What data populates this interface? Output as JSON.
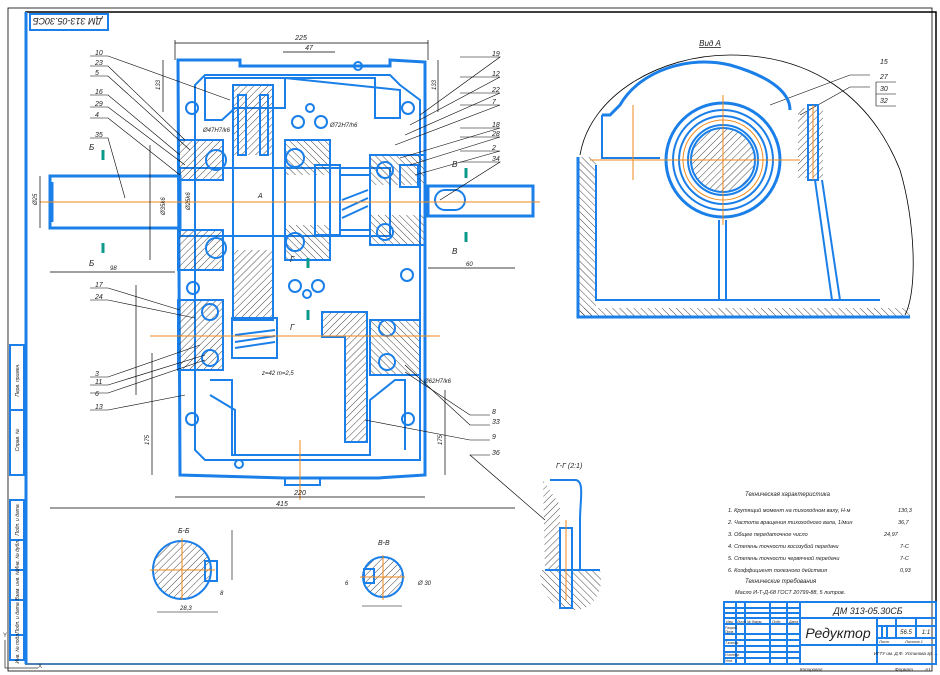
{
  "sheet": {
    "corner_code": "ДМ 313-05.30СБ",
    "format": "А1",
    "copied_label": "Копировал",
    "format_label": "Формат"
  },
  "title_block": {
    "designation": "ДМ 313-05.30СБ",
    "name": "Редуктор",
    "mass": "56.5",
    "scale": "1:1",
    "sheet_label": "Лист",
    "sheets_label": "Листов 1",
    "org": "ИГТУ им. Д.Ф. Устинова гр. ..."
  },
  "views": {
    "view_a": "Вид А",
    "section_bb": "Б-Б",
    "section_vv": "В-В",
    "section_gg": "Г-Г (2:1)"
  },
  "tech_specs": {
    "heading": "Техническая характеристика",
    "lines": [
      {
        "text": "1. Крутящий момент на тихоходном валу, Н·м",
        "value": "130,3"
      },
      {
        "text": "2. Частота вращения тихоходного вала, 1/мин",
        "value": "36,7"
      },
      {
        "text": "3. Общее передаточное число",
        "value": "24,97"
      },
      {
        "text": "4. Степень точности косозубой передачи",
        "value": "7-С"
      },
      {
        "text": "5. Степень точности червячной передачи",
        "value": "7-С"
      },
      {
        "text": "6. Коэффициент полезного действия",
        "value": "0,93"
      }
    ],
    "req_heading": "Технические требования",
    "req_line": "Масло И-Т-Д-68 ГОСТ 20799-88, 5 литров."
  },
  "callouts_left": [
    "10",
    "23",
    "5",
    "16",
    "29",
    "4",
    "35"
  ],
  "callouts_right": [
    "19",
    "12",
    "22",
    "7",
    "18",
    "28",
    "2",
    "34"
  ],
  "callouts_left_lower": [
    "17",
    "24",
    "3",
    "11",
    "6",
    "13"
  ],
  "callouts_right_lower": [
    "8",
    "33",
    "9",
    "36"
  ],
  "callouts_view_a": [
    "15",
    "27",
    "30",
    "32"
  ],
  "dimensions": {
    "top_width": "225",
    "top_inner": "47",
    "overall_width": "415",
    "base_width": "220",
    "shaft_dia_left": "Ø25",
    "left_height": "133",
    "right_height": "133",
    "lower_left": "175",
    "lower_right": "175",
    "left_length": "98",
    "right_length": "60",
    "gear_note": "z=42 m=2,5",
    "fit_1": "Ø47H7/k6",
    "fit_2": "Ø35k6",
    "fit_3": "Ø25k6",
    "fit_4": "Ø72H7/h6",
    "fit_5": "Ø62H7/k6",
    "key_b": "8",
    "key_b2": "6",
    "section_b_dim": "28,3",
    "section_v_dim": "Ø 30"
  },
  "cut_labels": {
    "b": "Б",
    "v": "В",
    "g": "Г",
    "a": "А"
  },
  "side_stamp": [
    "Перв. примен.",
    "Справ. №",
    "Подп. и дата",
    "Инв. № дубл.",
    "Взам. инв. №",
    "Подп. и дата",
    "Инв. № подл."
  ],
  "tb_headers": [
    "Изм.",
    "Лист",
    "№ докум.",
    "Подп.",
    "Дата"
  ],
  "tb_roles": [
    "Разраб.",
    "Пров.",
    "Т.контр.",
    "Н.контр.",
    "Утв."
  ],
  "colors": {
    "outline": "#1a7fe8",
    "axis": "#f08a1c",
    "cut": "#0a9a8a",
    "frame": "#000000"
  }
}
